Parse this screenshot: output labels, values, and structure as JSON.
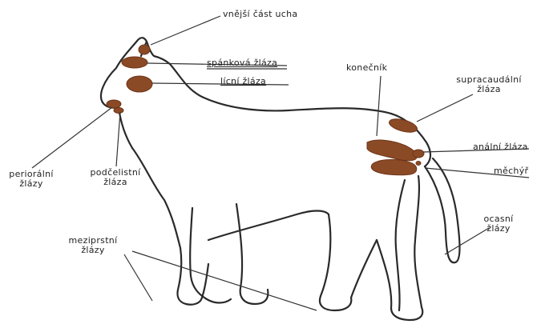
{
  "diagram": {
    "labels": {
      "vnejsi_cast_ucha": "vnější část ucha",
      "spankova_zlaza": "spánková žláza",
      "licni_zlaza": "lícní žláza",
      "konecnik": "konečník",
      "supracaudalni_1": "supracaudální",
      "supracaudalni_2": "žláza",
      "analni_zlaza": "anální žláza",
      "mechyr": "měchýř",
      "ocasni_1": "ocasní",
      "ocasni_2": "žlázy",
      "perioralni_1": "periorální",
      "perioralni_2": "žlázy",
      "podcelistni_1": "podčelistní",
      "podcelistni_2": "žláza",
      "meziprstni_1": "meziprstní",
      "meziprstni_2": "žlázy"
    },
    "colors": {
      "outline": "#2a2a2a",
      "gland": "#8b4a26",
      "gland_dark": "#6e3518",
      "leader": "#333333"
    }
  }
}
